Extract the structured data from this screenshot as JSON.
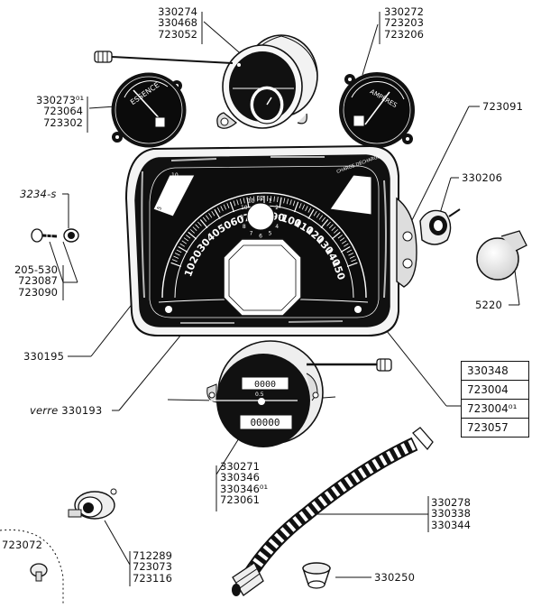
{
  "labels": {
    "tl_clock": [
      "330274",
      "330468",
      "723052"
    ],
    "tr_ammeter": [
      "330272",
      "723203",
      "723206"
    ],
    "fuel_gauge": [
      "330273⁰¹",
      "723064",
      "723302"
    ],
    "bezel_screw_code": "723091",
    "small_nut": "3234-s",
    "bulb_holder": "330206",
    "screw_group": [
      "205-530",
      "723087",
      "723090"
    ],
    "bulb": "5220",
    "case": "330195",
    "glass_prefix": "verre",
    "glass_code": "330193",
    "odometer": [
      "330271",
      "330346",
      "330346⁰¹",
      "723061"
    ],
    "cable": [
      "330278",
      "330338",
      "330344"
    ],
    "switch": [
      "712289",
      "723073",
      "723116"
    ],
    "corner_part": "723072",
    "knob": "330250"
  },
  "table": [
    "330348",
    "723004",
    "723004⁰¹",
    "723057"
  ],
  "dial": {
    "left_gauge_text": "ESSENCE",
    "right_gauge_text": "AMPÈRES",
    "charge_text": "CHARGE DÉCHARGE",
    "speed_ticks": [
      "10",
      "20",
      "30",
      "40",
      "50",
      "60",
      "70",
      "80",
      "90",
      "100",
      "110",
      "120",
      "130",
      "140",
      "150"
    ],
    "clock_numbers": [
      "12",
      "1",
      "2",
      "3",
      "4",
      "5",
      "6",
      "7",
      "8",
      "9",
      "10",
      "11"
    ],
    "oil_marks": [
      "5",
      "10"
    ]
  },
  "odometer_display": {
    "top_digits": "0000",
    "trip_value": "0.5",
    "bottom_digits": "00000"
  }
}
